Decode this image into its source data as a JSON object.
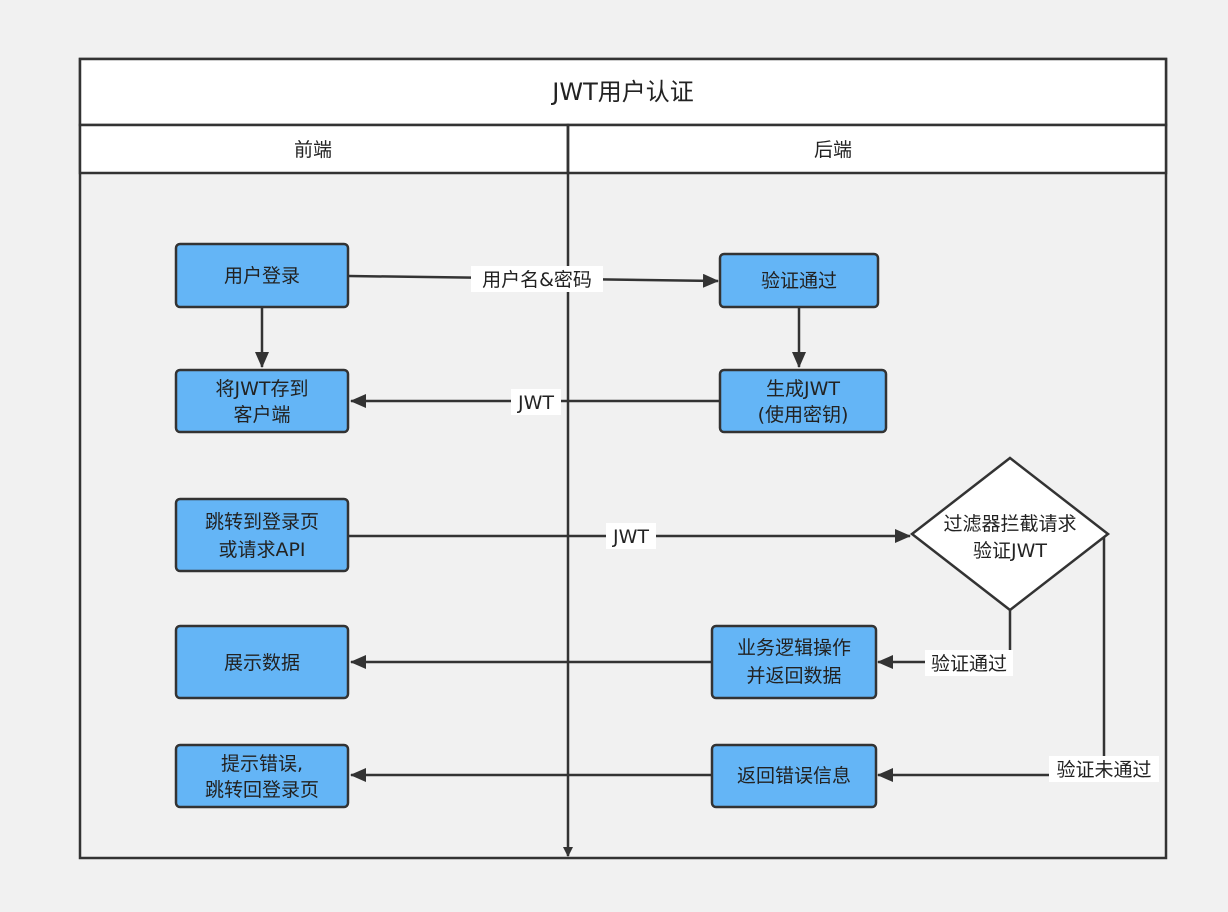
{
  "diagram": {
    "title": "JWT用户认证",
    "lanes": {
      "left": "前端",
      "right": "后端"
    },
    "nodes": {
      "login": [
        "用户登录"
      ],
      "store_jwt": [
        "将JWT存到",
        "客户端"
      ],
      "redirect": [
        "跳转到登录页",
        "或请求API"
      ],
      "show_data": [
        "展示数据"
      ],
      "show_error": [
        "提示错误,",
        "跳转回登录页"
      ],
      "verify_pass": [
        "验证通过"
      ],
      "gen_jwt": [
        "生成JWT",
        "(使用密钥)"
      ],
      "filter": [
        "过滤器拦截请求",
        "验证JWT"
      ],
      "business": [
        "业务逻辑操作",
        "并返回数据"
      ],
      "return_error": [
        "返回错误信息"
      ]
    },
    "edge_labels": {
      "credentials": "用户名&密码",
      "jwt_back": "JWT",
      "jwt_forward": "JWT",
      "verified": "验证通过",
      "not_verified": "验证未通过"
    },
    "colors": {
      "node_fill": "#64b5f6",
      "node_stroke": "#333333",
      "line": "#333333",
      "background": "#f1f1f1",
      "header_fill": "#ffffff"
    }
  }
}
